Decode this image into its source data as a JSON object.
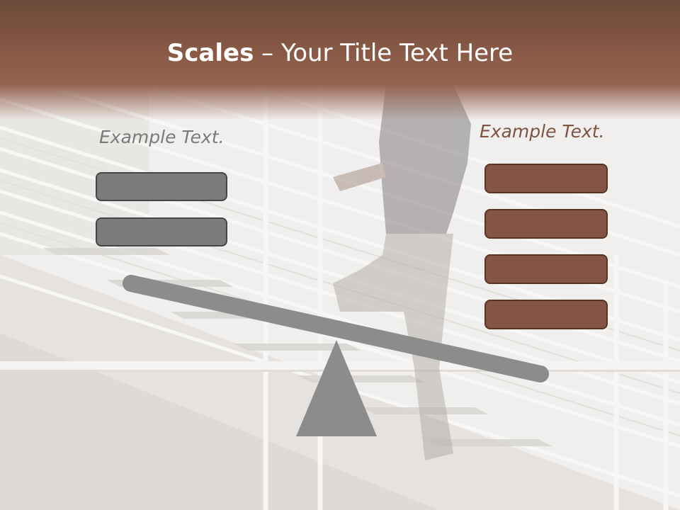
{
  "title": {
    "bold": "Scales",
    "rest": " – Your Title Text Here"
  },
  "left_column": {
    "label": "Example Text.",
    "box_count": 2
  },
  "right_column": {
    "label": "Example Text.",
    "box_count": 4
  },
  "colors": {
    "title_band": "#8a5a47",
    "gray_box": "#7c7c7c",
    "brown_box": "#855543",
    "beam": "#8c8c8c",
    "fulcrum": "#8c8c8c"
  },
  "icons": [
    "seesaw-beam",
    "fulcrum-triangle"
  ]
}
